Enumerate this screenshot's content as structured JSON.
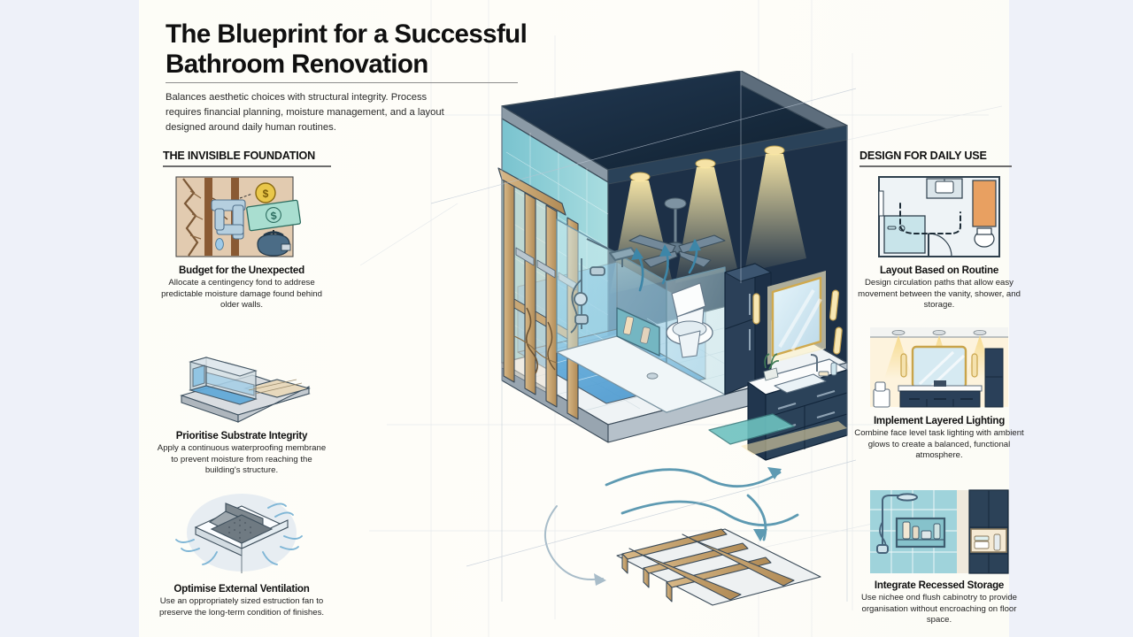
{
  "header": {
    "title": "The Blueprint for a Successful Bathroom Renovation",
    "subtitle": "Balances aesthetic choices with structural integrity. Process requires financial planning, moisture management, and a layout designed around daily human routines."
  },
  "columns": {
    "left": {
      "heading": "THE INVISIBLE FOUNDATION",
      "items": [
        {
          "title": "Budget for the Unexpected",
          "body": "Allocate a centingency fond to addrese predictable moisture damage found behind older walls.",
          "icon": "leaking-pipe-behind-cracked-wall-with-money-icon"
        },
        {
          "title": "Prioritise Substrate Integrity",
          "body": "Apply a continuous waterproofing membrane to prevent moisture from reaching the building's structure.",
          "icon": "waterproofing-membrane-tray-icon"
        },
        {
          "title": "Optimise External Ventilation",
          "body": "Use an oppropriately sized estruction fan to preserve the long-term condition of finishes.",
          "icon": "ceiling-extraction-fan-icon"
        }
      ]
    },
    "right": {
      "heading": "DESIGN FOR DAILY USE",
      "items": [
        {
          "title": "Layout Based on Routine",
          "body": "Design circulation paths that allow easy movement between the vanity, shower, and storage.",
          "icon": "bathroom-floor-plan-circulation-icon"
        },
        {
          "title": "Implement Layered Lighting",
          "body": "Combine face level task lighting with ambient glows to create a balanced, functional atmosphere.",
          "icon": "vanity-layered-lighting-elevation-icon"
        },
        {
          "title": "Integrate Recessed Storage",
          "body": "Use nichee ond flush cabinotry to provide organisation without encroaching on floor space.",
          "icon": "recessed-shower-niche-storage-icon"
        }
      ]
    }
  },
  "illustration": {
    "name": "isometric-bathroom-renovation-cutaway",
    "elements": [
      "timber-stud-wall-framing",
      "cracked-plaster-cutaway",
      "blue-waterproofing-membrane-floor",
      "exposed-floor-joists",
      "glass-shower-enclosure",
      "shower-head-and-handset",
      "recessed-shower-niche",
      "toilet",
      "ceiling-fan",
      "three-recessed-downlights",
      "backlit-mirror",
      "wall-sconces",
      "navy-vanity-with-basin",
      "tall-storage-cabinet",
      "teal-bath-mat",
      "airflow-arrows",
      "circulation-arrows"
    ]
  },
  "colors": {
    "page_background": "#eef1f9",
    "panel_background": "#fdfdf7",
    "ink": "#111111",
    "rule": "#6d6d6d",
    "timber": "#c9a877",
    "membrane_blue": "#4f9fd6",
    "tile_teal": "#8fd0d6",
    "navy": "#22354e",
    "light_warm": "#f7e4a8",
    "arrow_blue": "#2f7fa8"
  }
}
